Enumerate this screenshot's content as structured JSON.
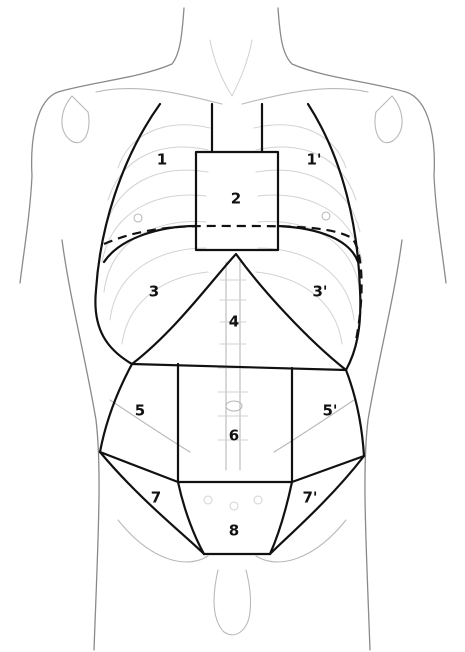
{
  "regions": [
    {
      "id": "r1",
      "label": "1"
    },
    {
      "id": "r1p",
      "label": "1'"
    },
    {
      "id": "r2",
      "label": "2"
    },
    {
      "id": "r3",
      "label": "3"
    },
    {
      "id": "r3p",
      "label": "3'"
    },
    {
      "id": "r4",
      "label": "4"
    },
    {
      "id": "r5",
      "label": "5"
    },
    {
      "id": "r5p",
      "label": "5'"
    },
    {
      "id": "r6",
      "label": "6"
    },
    {
      "id": "r7",
      "label": "7"
    },
    {
      "id": "r7p",
      "label": "7'"
    },
    {
      "id": "r8",
      "label": "8"
    }
  ],
  "colors": {
    "region_line": "#111111",
    "anatomy_line": "#b9b9b9",
    "body_outline": "#8a8a8a"
  }
}
